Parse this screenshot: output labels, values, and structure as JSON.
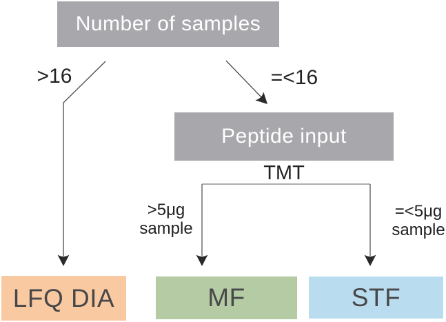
{
  "flowchart": {
    "root": {
      "label": "Number of samples"
    },
    "branches": {
      "left_condition": ">16",
      "right_condition": "=<16"
    },
    "peptide_input": {
      "label": "Peptide input"
    },
    "tmt_label": "TMT",
    "tmt_branches": {
      "left_condition_line1": ">5μg",
      "left_condition_line2": "sample",
      "right_condition_line1": "=<5μg",
      "right_condition_line2": "sample"
    },
    "outcomes": {
      "lfq_dia": {
        "label": "LFQ DIA",
        "color": "#f9caa2"
      },
      "mf": {
        "label": "MF",
        "color": "#b4cba4"
      },
      "stf": {
        "label": "STF",
        "color": "#b9dcee"
      }
    },
    "colors": {
      "decision_box_bg": "#a8a8ac",
      "decision_box_text": "#ffffff",
      "outcome_text": "#48484a",
      "connector_line": "#4a4a4d",
      "bracket_line": "#7c7c80",
      "arrowhead": "#2a2a2b",
      "edge_label_text": "#222224"
    }
  }
}
